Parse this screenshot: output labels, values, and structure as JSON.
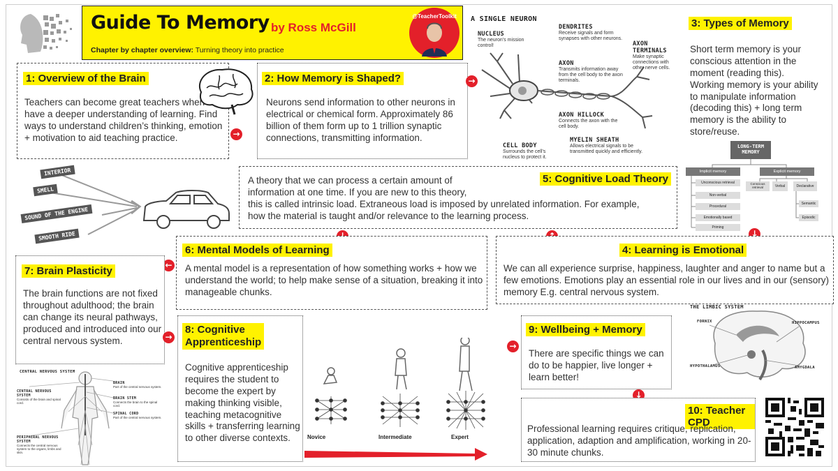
{
  "banner": {
    "title": "Guide To Memory",
    "author": "by Ross McGill",
    "subtitle_label": "Chapter by chapter overview:",
    "subtitle_text": "Turning theory into practice",
    "handle": "@TeacherToolkit"
  },
  "sections": {
    "s1": {
      "heading": "1: Overview of the Brain",
      "body": "Teachers can become great teachers when they have a deeper understanding of learning. Find ways to understand children’s thinking, emotion + motivation to aid teaching practice."
    },
    "s2": {
      "heading": "2: How Memory is Shaped?",
      "body": "Neurons send information to other neurons in electrical or chemical form. Approximately 86 billion of them form up to 1 trillion synaptic connections, transmitting information."
    },
    "s3": {
      "heading": "3: Types of Memory",
      "body": "Short term memory is your conscious attention in the moment (reading this). Working memory is your ability to manipulate information (decoding this) + long term memory is the ability to store/reuse."
    },
    "s4": {
      "heading": "4: Learning is Emotional",
      "body": "We can all experience surprise, happiness, laughter and anger to name but a few emotions. Emotions play an essential role in our lives and in our (sensory) memory E.g. central nervous system."
    },
    "s5": {
      "heading": "5: Cognitive Load Theory",
      "body_lines": [
        "A theory that we can process a certain amount of",
        "information at one time. If you are new to this theory,",
        "this is called intrinsic load. Extraneous load is imposed by unrelated information. For example,",
        "how the material is taught and/or relevance to the learning process."
      ]
    },
    "s6": {
      "heading": "6: Mental Models of Learning",
      "body": "A mental model is a representation of how something works + how we understand the world; to help make sense of a situation, breaking it into manageable chunks."
    },
    "s7": {
      "heading": "7: Brain Plasticity",
      "body": "The brain functions are not fixed throughout adulthood; the brain can change its neural pathways, produced and introduced into our central nervous system."
    },
    "s8": {
      "heading_line1": "8: Cognitive",
      "heading_line2": "Apprenticeship",
      "body": "Cognitive apprenticeship requires the student to become the expert by making thinking visible, teaching metacognitive skills + transferring learning to other diverse contexts."
    },
    "s9": {
      "heading": "9: Wellbeing + Memory",
      "body": "There are specific things we can do to be happier, live longer + learn better!"
    },
    "s10": {
      "heading": "10: Teacher CPD",
      "body": "Professional learning requires critique, replication, application, adaption and amplification, working in 20-30 minute chunks."
    }
  },
  "neuron": {
    "title": "A SINGLE NEURON",
    "nucleus": {
      "label": "NUCLEUS",
      "note": "The neuron’s mission control!"
    },
    "dendrites": {
      "label": "DENDRITES",
      "note": "Receive signals and form synapses with other neurons."
    },
    "axon": {
      "label": "AXON",
      "note": "Transmits information away from the cell body to the axon terminals."
    },
    "axon_terminals": {
      "label": "AXON TERMINALS",
      "note": "Make synaptic connections with other nerve cells."
    },
    "axon_hillock": {
      "label": "AXON HILLOCK",
      "note": "Connects the axon with the cell body."
    },
    "cell_body": {
      "label": "CELL BODY",
      "note": "Surrounds the cell’s nucleus to protect it."
    },
    "myelin": {
      "label": "MYELIN SHEATH",
      "note": "Allows electrical signals to be transmitted quickly and efficiently."
    }
  },
  "car_tags": [
    "INTERIOR",
    "SMELL",
    "SOUND OF THE ENGINE",
    "SMOOTH RIDE"
  ],
  "ltm_chart": {
    "root": "LONG-TERM MEMORY",
    "implicit": "Implicit memory",
    "explicit": "Explicit memory",
    "implicit_items": [
      "Unconscious retrieval",
      "Non-verbal",
      "Procedural",
      "Emotionally based",
      "Priming"
    ],
    "explicit_left": "Conscious retrieval",
    "explicit_mid": "Verbal",
    "explicit_right": "Declarative",
    "explicit_sub": [
      "Semantic",
      "Episodic"
    ]
  },
  "stages": [
    "Novice",
    "Intermediate",
    "Expert"
  ],
  "limbic": {
    "title": "THE LIMBIC SYSTEM",
    "labels": [
      "FORNIX",
      "HIPPOCAMPUS",
      "HYPOTHALAMUS",
      "AMYGDALA"
    ]
  },
  "cns": {
    "title": "CENTRAL NERVOUS SYSTEM",
    "left": [
      {
        "label": "CENTRAL NERVOUS SYSTEM",
        "note": "Consists of the brain and spinal cord."
      },
      {
        "label": "PERIPHERAL NERVOUS SYSTEM",
        "note": "Connects the central nervous system to the organs, limbs and skin."
      }
    ],
    "right": [
      {
        "label": "BRAIN",
        "note": "Part of the central nervous system."
      },
      {
        "label": "BRAIN STEM",
        "note": "Connects the brain to the spinal cord."
      },
      {
        "label": "SPINAL CORD",
        "note": "Part of the central nervous system."
      }
    ]
  },
  "colors": {
    "yellow": "#fff200",
    "red": "#e3202a"
  }
}
